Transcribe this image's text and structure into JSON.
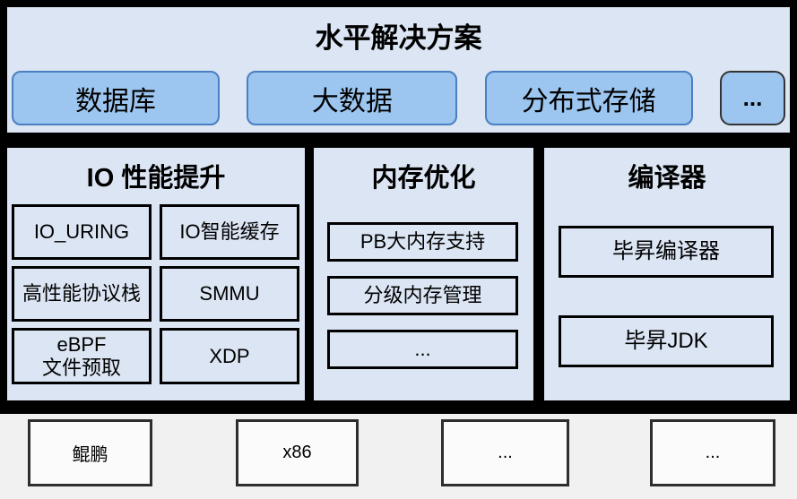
{
  "colors": {
    "canvas_background": "#000000",
    "panel_background": "#dbe5f3",
    "solution_chip_fill": "#9cc5ef",
    "solution_chip_border": "#4a7fc1",
    "more_chip_border": "#333333",
    "feature_box_border": "#000000",
    "bottom_bar_background": "#f1f1f2",
    "platform_box_fill": "#fbfbfb",
    "platform_box_border": "#2e2e2e"
  },
  "top": {
    "title": "水平解决方案",
    "buttons": [
      {
        "label": "数据库"
      },
      {
        "label": "大数据"
      },
      {
        "label": "分布式存储"
      },
      {
        "label": "..."
      }
    ]
  },
  "middle": {
    "io": {
      "title": "IO 性能提升",
      "boxes": [
        "IO_URING",
        "IO智能缓存",
        "高性能协议栈",
        "SMMU",
        "eBPF\n文件预取",
        "XDP"
      ]
    },
    "memory": {
      "title": "内存优化",
      "boxes": [
        "PB大内存支持",
        "分级内存管理",
        "..."
      ]
    },
    "compiler": {
      "title": "编译器",
      "boxes": [
        "毕昇编译器",
        "毕昇JDK"
      ]
    }
  },
  "bottom": {
    "items": [
      "鲲鹏",
      "x86",
      "...",
      "..."
    ]
  }
}
